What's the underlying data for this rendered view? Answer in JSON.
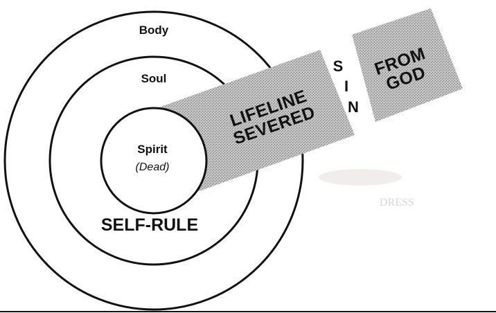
{
  "diagram": {
    "outer_circle_label": "Body",
    "middle_circle_label": "Soul",
    "inner_circle_label": "Spirit",
    "inner_circle_sublabel": "(Dead)",
    "rule_label": "SELF-RULE",
    "lifeline_line1": "LIFELINE",
    "lifeline_line2": "SEVERED",
    "gap_letters": [
      "S",
      "I",
      "N"
    ],
    "source_line1": "FROM",
    "source_line2": "GOD",
    "faint_text": "DRESS"
  },
  "colors": {
    "ink": "#111111",
    "band_fill": "#b4b4b4",
    "page": "#ffffff"
  }
}
